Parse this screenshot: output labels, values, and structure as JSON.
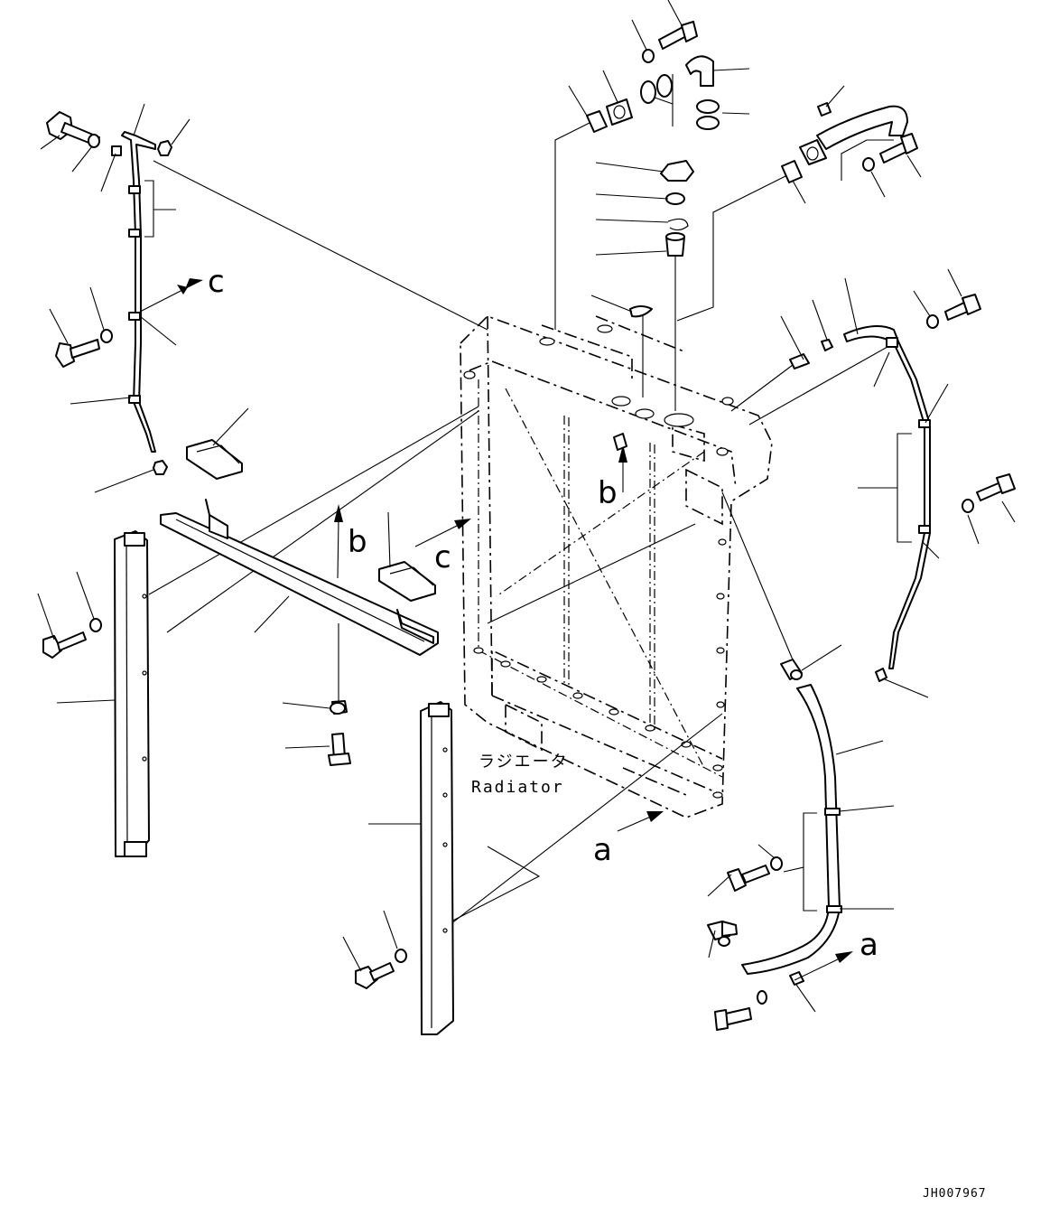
{
  "diagram": {
    "view_labels": {
      "a_top": "a",
      "a_bottom": "a",
      "b_left": "b",
      "b_right": "b",
      "c_left": "c",
      "c_mid": "c"
    },
    "radiator_label_jp": "ラジエータ",
    "radiator_label_en": "Radiator",
    "drawing_code": "JH007967"
  }
}
